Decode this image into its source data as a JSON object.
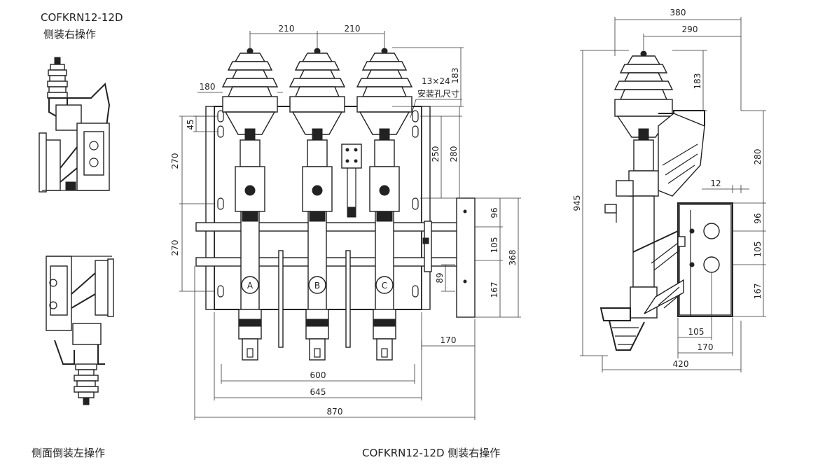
{
  "captions": {
    "top_left_model": "COFKRN12-12D",
    "top_left_desc": "侧装右操作",
    "bottom_left": "侧面倒装左操作",
    "bottom_center": "COFKRN12-12D 侧装右操作"
  },
  "front_view": {
    "dims": {
      "pitch1": "210",
      "pitch2": "210",
      "d180": "180",
      "d183": "183",
      "hole_note_size": "13×24",
      "hole_note_text": "安装孔尺寸",
      "d45": "45",
      "d270a": "270",
      "d270b": "270",
      "d250": "250",
      "d280": "280",
      "d96": "96",
      "d105": "105",
      "d368": "368",
      "d89": "89",
      "d167": "167",
      "d170": "170",
      "d600": "600",
      "d645": "645",
      "d870": "870"
    },
    "phases": [
      "A",
      "B",
      "C"
    ]
  },
  "side_view": {
    "dims": {
      "d380": "380",
      "d290": "290",
      "d183": "183",
      "d945": "945",
      "d280": "280",
      "d12": "12",
      "d96": "96",
      "d105": "105",
      "d167": "167",
      "d105b": "105",
      "d170": "170",
      "d420": "420"
    }
  }
}
